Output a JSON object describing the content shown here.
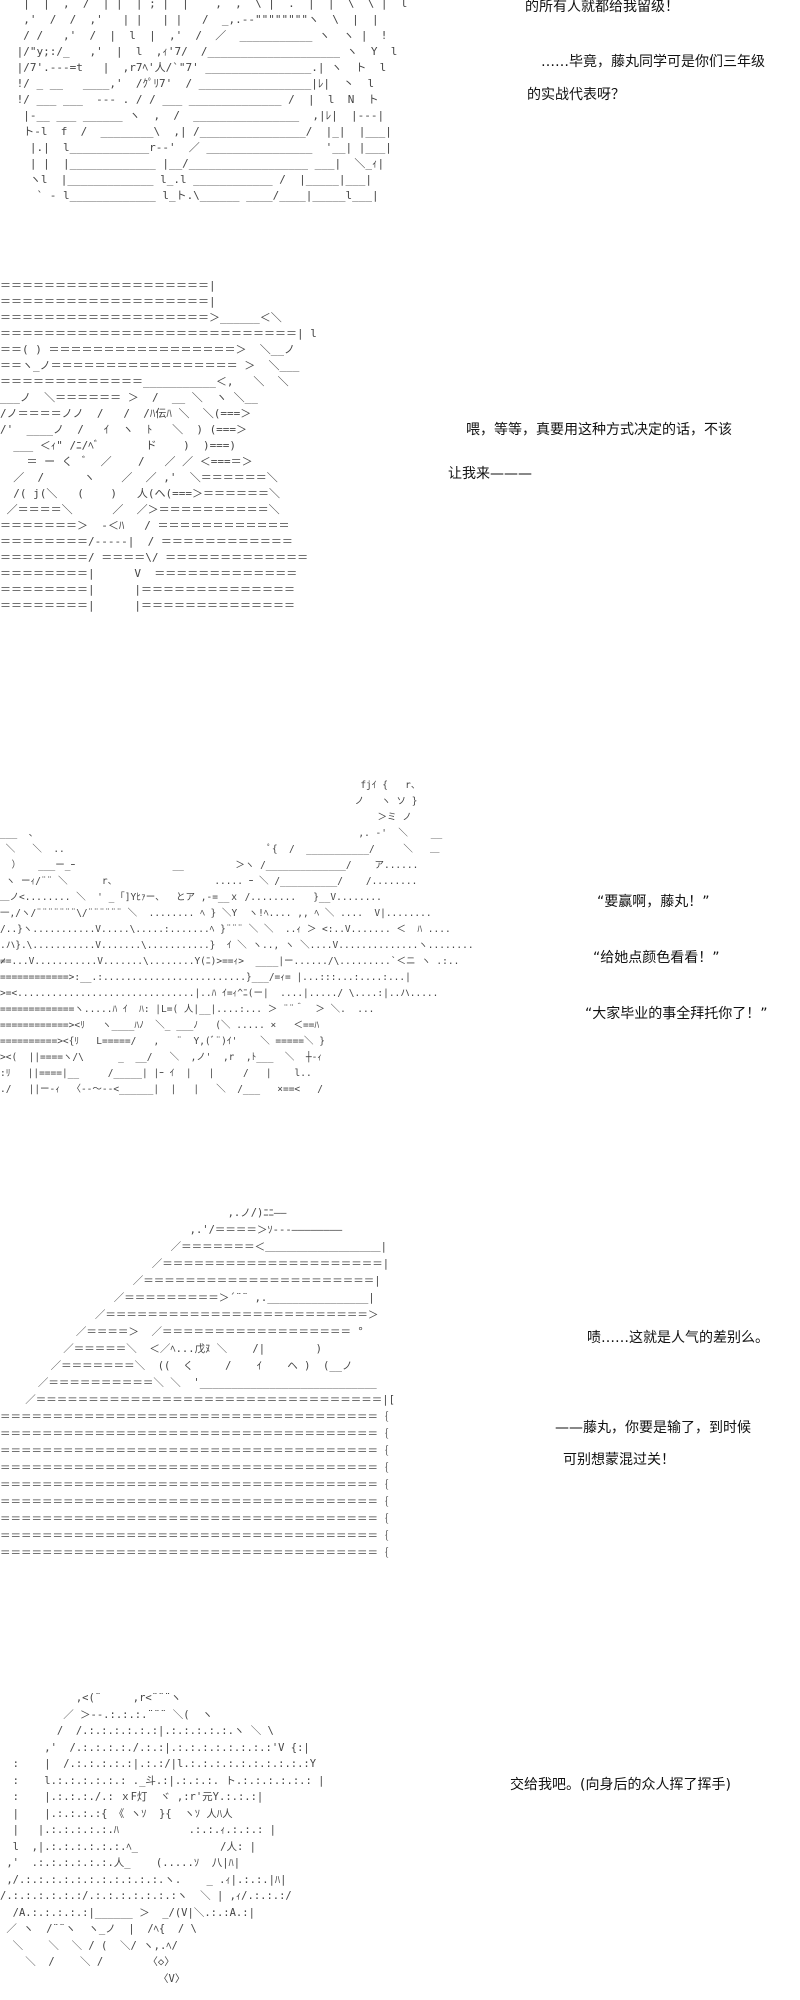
{
  "panels": [
    {
      "art": "  |  |  ,  /  | |  | ; |  |    ,  ,  \\ |  .  |  |  \\  \\ |  l\n  ,'  /  /  ,'   | |   | |   /  _,.-‐\"\"\"\"\"\"\"\"ヽ  \\  |  |\n  / /   ,'  /  |  l  |  ,'  /  ／  ___________ ヽ  ヽ |  !\n |/\"y;:/_   ,'  |  l  ,ｨ'7/  /____________________ ヽ  Y  l\n |/7'.--‐=t   |  ,r7ﾍ'人/`\"7' ________________.| ヽ  ト  l\n !/ _ __   ____,'  /ｸﾟﾘ7'  / _________________|ﾚ|  丶  l\n !/ ___ ___  ‐-‐ . / / ___ ______________ /  |  l  N  ト\n  |-__ ___ ______ ヽ  ,  /  ________________  ,|ﾚ|  |---|\n  ト-l  f  /  ________\\  ,| /________________/  |_|  |___|\n   |.|  l____________r‐-'  ／ ________________  '__| |___|\n   | |  |_____________ |__/__________________ ___|  ＼_ｨ|\n   ヽl  |_____________ l_.l ____________ /  |_____|___|\n    ` ‐ l_____________ l_ト.\\______ ____/____|_____l___|"
    },
    {
      "art": "＝＝＝＝＝＝＝＝＝＝＝＝＝＝＝＝＝＝＝|\n＝＝＝＝＝＝＝＝＝＝＝＝＝＝＝＝＝＝＝|\n＝＝＝＝＝＝＝＝＝＝＝＝＝＝＝＝＝＝＝＞______＜＼\n＝＝＝＝＝＝＝＝＝＝＝＝＝＝＝＝＝＝＝＝＝＝＝＝＝＝＝| l\n＝＝( ) ＝＝＝＝＝＝＝＝＝＝＝＝＝＝＝＝＝＞  ＼__ノ\n＝＝ヽ_ノ＝＝＝＝＝＝＝＝＝＝＝＝＝＝＝＝＝ ＞  ＼___\n＝＝＝＝＝＝＝＝＝＝＝＝＝___________＜,   ＼  ＼\n___ノ  ＼＝＝＝＝＝＝ ＞  /  __ ＼  ヽ ＼__\n/ノ＝＝＝＝ノノ  /   /  /ﾊ伝ﾊ ＼  ＼(===＞\n/'  ____ノ  /   ｲ  ヽ  ﾄ   ＼  ) (===＞\n  ___ ＜ｨ\" /ﾆ/ﾍﾞ       ド    )  )===)\n    ＝ ー く  ﾞ  ／    /   ／ ／ ＜===＝＞\n  ／  /      ヽ    ／  ／ ,'  ＼＝＝＝＝＝＝＼\n  /( j(＼   (    )   人(ヘ(===＞＝＝＝＝＝＝＼\n ／＝＝＝＝＼      ／  ／＞＝＝＝＝＝＝＝＝＝＝＼\n＝＝＝＝＝＝＝＞  -＜ﾊ   / ＝＝＝＝＝＝＝＝＝＝＝＝\n＝＝＝＝＝＝＝＝/‐‐‐‐‐|  / ＝＝＝＝＝＝＝＝＝＝＝＝\n＝＝＝＝＝＝＝＝/ ＝＝＝＝\\/ ＝＝＝＝＝＝＝＝＝＝＝＝＝\n＝＝＝＝＝＝＝＝|      V  ＝＝＝＝＝＝＝＝＝＝＝＝＝\n＝＝＝＝＝＝＝＝|      |＝＝＝＝＝＝＝＝＝＝＝＝＝＝\n＝＝＝＝＝＝＝＝|      |＝＝＝＝＝＝＝＝＝＝＝＝＝＝"
    },
    {
      "art": "                                                               fjｲ {   r、\n                                                              ノ   ヽ ソ }\n                                                                  ＞ミ ノ\n___  、                                                        ,. ‐'  ＼    __\n ＼   ＼  ..                                    ﾟ{  /  ___________/     ＼   ＿\n  ）   ___ー_ｰ                 __         ＞ヽ /______________/    ア......\n ヽ ーｨ/¨¨ ＼      r、                 ..... ｰ ＼ /__________/    /........\n＿ノ<........ ＼  ' _ ｢]Yﾋｧー、  とア ,-=__ｘ /........   }__V........\n一,/ヽ/¨¨¨¨¨¨¨\\/¨¨¨¨¨¨ ＼  ........ ﾍ } ＼Y  ヽ!ﾍ.... ,, ﾍ ＼ ....  V|........\n/..}ヽ...........V.....\\.....:.......ﾍ }¨¨¨ ＼ ＼  ..ｨ ＞ <:..V....... ＜  ﾊ ....\n.ハ}.\\...........V.......\\...........}  ｲ ＼ ヽ.., ヽ ＼....V..............ヽ........\n≠=...V...........V.......\\........Y(ﾆ)>==ｨ>  ____|ー....../\\.........`＜ニ ヽ .:..\n============>:__.:.........................}___/=ｨ= |...:::...:....:...|\n>=<...............................|..ﾊ ｲ=ｨ^ﾆ(ー|  ....|...../ \\....:|..ハ.....\n=============ヽ.....ﾊ ｲ  ﾊ: |L=( 人|__|....:... ＞ ¨¨＾  ＞ ＼.  ...\n============><ﾘ   ヽ____ﾊﾉ  ＼_ ___ﾉ   (＼ ..... ×   ＜==ﾊ\n==========><{ﾘ   L=====/   ,   ¨  Y,(ﾞ¨)ｲ'    ＼ =====＼ }\n><(  ||====ヽ/\\      _  __/   ＼  ,ノ'  ,r  ,ﾄ___  ＼  ┼-ｨ\n:ﾘ   ||====|__     /_____| |ｰ ｲ  |   |     /   |    l..\n./   ||ー‐ｨ  〈‐-〜-‐<______|  |   |   ＼  /___   ×==<   /"
    },
    {
      "art": "                                    ,.ノ/)ﾆﾆ――\n                              ,.'/＝＝＝＝＞ｿ-‐‐――――――――\n                           ／＝＝＝＝＝＝＝＜＿＿＿＿＿＿＿＿＿＿＿|\n                        ／＝＝＝＝＝＝＝＝＝＝＝＝＝＝＝＝＝＝＝＝＝|\n                     ／＝＝＝＝＝＝＝＝＝＝＝＝＝＝＝＝＝＝＝＝＝＝|\n                  ／＝＝＝＝＝＝＝＝＝＞´¨¨ ,.________________|\n               ／＝＝＝＝＝＝＝＝＝＝＝＝＝＝＝＝＝＝＝＝＝＝＝＝＝＞\n            ／＝＝＝＝＞  ／＝＝＝＝＝＝＝＝＝＝＝＝＝＝＝＝＝＝ °\n          ／＝＝＝＝＝＼  ＜／ﾍ...戊ﾇ ＼    /|        )\n        ／＝＝＝＝＝＝＝＼  ((  く     /    ｲ    ヘ )  (__ノ\n      ／＝＝＝＝＝＝＝＝＝＝＼ ＼  '____________________________\n    ／＝＝＝＝＝＝＝＝＝＝＝＝＝＝＝＝＝＝＝＝＝＝＝＝＝＝＝＝＝＝＝＝＝|[\n＝＝＝＝＝＝＝＝＝＝＝＝＝＝＝＝＝＝＝＝＝＝＝＝＝＝＝＝＝＝＝＝＝＝＝＝｛\n＝＝＝＝＝＝＝＝＝＝＝＝＝＝＝＝＝＝＝＝＝＝＝＝＝＝＝＝＝＝＝＝＝＝＝＝｛\n＝＝＝＝＝＝＝＝＝＝＝＝＝＝＝＝＝＝＝＝＝＝＝＝＝＝＝＝＝＝＝＝＝＝＝＝｛\n＝＝＝＝＝＝＝＝＝＝＝＝＝＝＝＝＝＝＝＝＝＝＝＝＝＝＝＝＝＝＝＝＝＝＝＝｛\n＝＝＝＝＝＝＝＝＝＝＝＝＝＝＝＝＝＝＝＝＝＝＝＝＝＝＝＝＝＝＝＝＝＝＝＝｛\n＝＝＝＝＝＝＝＝＝＝＝＝＝＝＝＝＝＝＝＝＝＝＝＝＝＝＝＝＝＝＝＝＝＝＝＝｛\n＝＝＝＝＝＝＝＝＝＝＝＝＝＝＝＝＝＝＝＝＝＝＝＝＝＝＝＝＝＝＝＝＝＝＝＝｛\n＝＝＝＝＝＝＝＝＝＝＝＝＝＝＝＝＝＝＝＝＝＝＝＝＝＝＝＝＝＝＝＝＝＝＝＝｛\n＝＝＝＝＝＝＝＝＝＝＝＝＝＝＝＝＝＝＝＝＝＝＝＝＝＝＝＝＝＝＝＝＝＝＝＝｛"
    },
    {
      "art": "            ,<(¨     ,r<¨¨¨ヽ\n          ／ ＞-‐.:.:.:.¨¨¨ ＼(  ヽ\n         /  /.:.:.:.:.:.:|.:.:.:.:.:.ヽ ＼ \\\n       ,'  /.:.:.:.:./.:.:|.:.:.:.:.:.:.:.:'V {:|\n  :    |  /.:.:.:.:.:|.:.:/|l.:.:.:.:.:.:.:.:.:.:Y\n  :    l.:.:.:.:.:.: ._斗.:|.:.:.:. ト.:.:.:.:.:.: |\n  :    |.:.:.:./.: ｘF灯  ヾ ,:r'元Y.:.:.:|\n  |    |.:.:.:.:{ 《 ヽｿ  }{  ヽｿ 人ﾊ人\n  |   |.:.:.:.:.:.ﾊ           .:.:.ｨ.:.:.: |\n  l  ,|.:.:.:.:.:.:.ﾍ_             /人: |\n ,'  .:.:.:.:.:.:.人_    (.....ｿ  八|ﾊ|\n ,/.:.:.:.:.:.:.:.:.:.:.:.ヽ.    _ .ｨ|.:.:.|ﾊ|\n/.:.:.:.:.:.:/.:.:.:.:.:.:.:ヽ  ＼ | ,ｨ/.:.:.:/\n  /A.:.:.:.:.:|______ ＞  _/(V|＼.:.:A.:|\n ／ ヽ  /¨¨ヽ  ヽ_ノ  |  /ﾍ{  / \\\n  ＼    ＼  ＼ / (  ＼/ ヽ,.ﾍ/\n    ＼  /    ＼ /       〈◇〉\n                         〈V〉"
    }
  ],
  "dialogue": {
    "p1": [
      "的所有人就都给我留级！",
      "……毕竟，藤丸同学可是你们三年级",
      "的实战代表呀？"
    ],
    "p2": [
      "喂，等等，真要用这种方式决定的话，不该",
      "让我来———"
    ],
    "p3": [
      "“要赢啊，藤丸！”",
      "“给她点颜色看看！”",
      "“大家毕业的事全拜托你了！”"
    ],
    "p4": [
      "啧……这就是人气的差别么。",
      "——藤丸，你要是输了，到时候",
      "可别想蒙混过关！"
    ],
    "p5": [
      "交给我吧。(向身后的众人挥了挥手)"
    ]
  }
}
